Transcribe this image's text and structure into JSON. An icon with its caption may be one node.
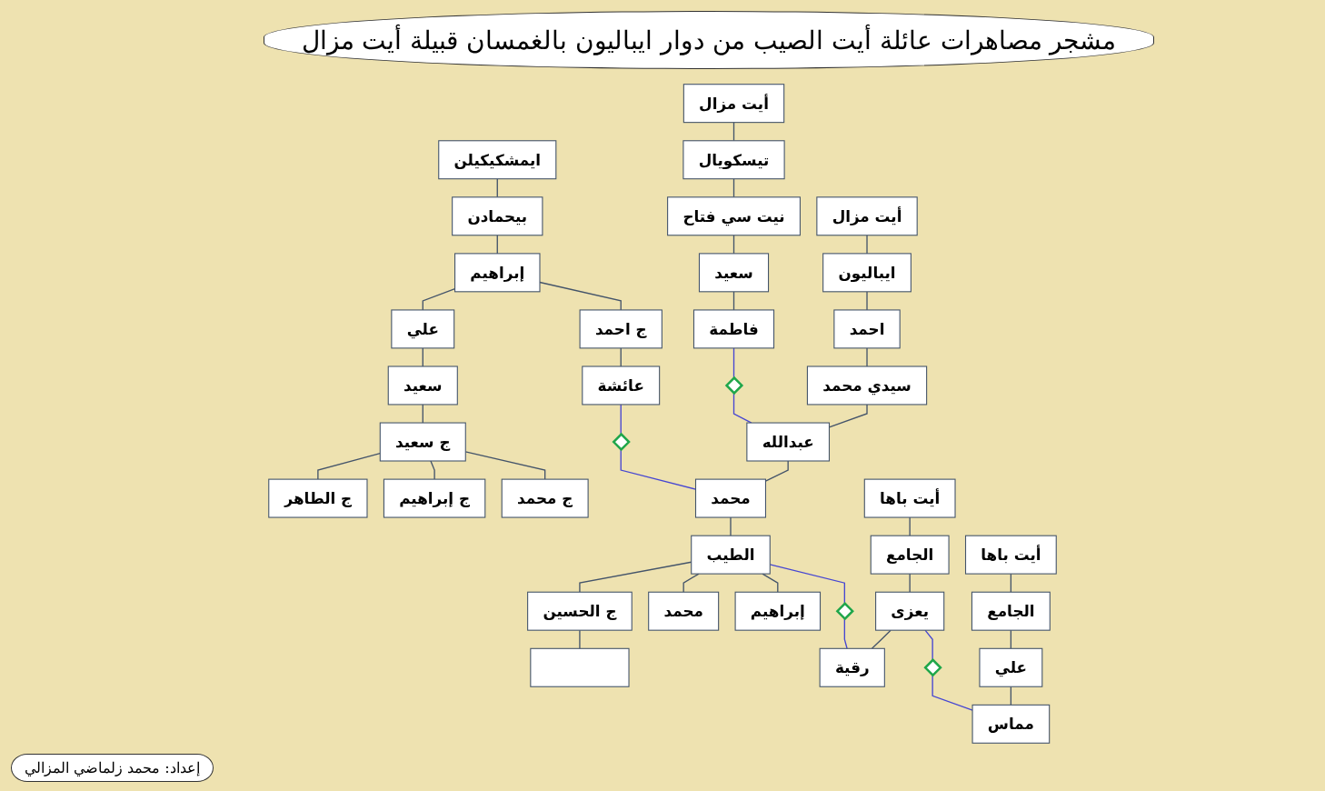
{
  "diagram": {
    "title": "مشجر مصاهرات عائلة أيت الصيب من دوار ايباليون بالغمسان قبيلة أيت مزال",
    "nodes": [
      {
        "text": [
          "ايمشكيكيلن"
        ]
      },
      {
        "text": [
          "بيحمادن"
        ]
      },
      {
        "text": [
          "إبراهيم"
        ]
      },
      {
        "text": [
          "علي"
        ]
      },
      {
        "text": [
          "ج احمد"
        ]
      },
      {
        "text": [
          "سعيد"
        ]
      },
      {
        "text": [
          "عائشة"
        ]
      },
      {
        "text": [
          "ج سعيد"
        ]
      },
      {
        "text": [
          "ج الطاهر"
        ]
      },
      {
        "text": [
          "ج إبراهيم"
        ]
      },
      {
        "text": [
          "ج محمد"
        ]
      },
      {
        "text": [
          "أيت مزال"
        ]
      },
      {
        "text": [
          "تيسكويال"
        ]
      },
      {
        "text": [
          "نيت سي فتاح"
        ]
      },
      {
        "text": [
          "سعيد"
        ]
      },
      {
        "text": [
          "فاطمة"
        ]
      },
      {
        "text": [
          "أيت مزال"
        ]
      },
      {
        "text": [
          "ايباليون"
        ]
      },
      {
        "text": [
          "احمد"
        ]
      },
      {
        "text": [
          "سيدي محمد"
        ]
      },
      {
        "text": [
          "عبدالله"
        ]
      },
      {
        "text": [
          "محمد"
        ]
      },
      {
        "text": [
          "الطيب"
        ]
      },
      {
        "text": [
          "ج الحسين"
        ]
      },
      {
        "text": [
          "محمد"
        ]
      },
      {
        "text": [
          "إبراهيم"
        ]
      },
      {
        "text": [],
        "shape": "box"
      },
      {
        "text": [
          "أيت باها"
        ]
      },
      {
        "text": [
          "الجامع"
        ]
      },
      {
        "text": [
          "يعزى"
        ]
      },
      {
        "text": [
          "رقية"
        ]
      },
      {
        "text": [
          "أيت باها"
        ]
      },
      {
        "text": [
          "الجامع"
        ]
      },
      {
        "text": [
          "علي"
        ]
      },
      {
        "text": [
          "مماس"
        ]
      },
      {
        "text": [],
        "shape": "diamond"
      },
      {
        "text": [],
        "shape": "diamond"
      },
      {
        "text": [],
        "shape": "diamond"
      },
      {
        "text": [],
        "shape": "diamond"
      }
    ],
    "edges": [
      {
        "from": 0,
        "to": 1,
        "arrow": "none"
      },
      {
        "from": 1,
        "to": 2,
        "arrow": "none"
      },
      {
        "from": 2,
        "to": 3,
        "arrow": "none"
      },
      {
        "from": 2,
        "to": 4,
        "arrow": "none"
      },
      {
        "from": 3,
        "to": 5,
        "arrow": "none"
      },
      {
        "from": 4,
        "to": 6,
        "arrow": "none"
      },
      {
        "from": 5,
        "to": 7,
        "arrow": "none"
      },
      {
        "from": 7,
        "to": 8,
        "arrow": "none"
      },
      {
        "from": 7,
        "to": 9,
        "arrow": "none"
      },
      {
        "from": 7,
        "to": 10,
        "arrow": "none"
      },
      {
        "from": 11,
        "to": 12,
        "arrow": "none"
      },
      {
        "from": 12,
        "to": 13,
        "arrow": "none"
      },
      {
        "from": 13,
        "to": 14,
        "arrow": "none"
      },
      {
        "from": 14,
        "to": 15,
        "arrow": "none"
      },
      {
        "from": 16,
        "to": 17,
        "arrow": "none"
      },
      {
        "from": 17,
        "to": 18,
        "arrow": "none"
      },
      {
        "from": 18,
        "to": 19,
        "arrow": "none"
      },
      {
        "from": 19,
        "to": 20,
        "arrow": "none"
      },
      {
        "from": 20,
        "to": 21,
        "arrow": "none"
      },
      {
        "from": 21,
        "to": 22,
        "arrow": "none"
      },
      {
        "from": 22,
        "to": 23,
        "arrow": "none"
      },
      {
        "from": 22,
        "to": 24,
        "arrow": "none"
      },
      {
        "from": 22,
        "to": 25,
        "arrow": "none"
      },
      {
        "from": 23,
        "to": 26,
        "arrow": "none"
      },
      {
        "from": 27,
        "to": 28,
        "arrow": "none"
      },
      {
        "from": 28,
        "to": 29,
        "arrow": "none"
      },
      {
        "from": 29,
        "to": 30,
        "arrow": "none"
      },
      {
        "from": 31,
        "to": 32,
        "arrow": "none"
      },
      {
        "from": 32,
        "to": 33,
        "arrow": "none"
      },
      {
        "from": 33,
        "to": 34,
        "arrow": "none"
      },
      {
        "from": 15,
        "to": 35,
        "arrow": "none",
        "color": "#4646d2"
      },
      {
        "from": 35,
        "to": 20,
        "arrow": "none",
        "color": "#4646d2"
      },
      {
        "from": 6,
        "to": 36,
        "arrow": "none",
        "color": "#4646d2"
      },
      {
        "from": 36,
        "to": 21,
        "arrow": "none",
        "color": "#4646d2"
      },
      {
        "from": 22,
        "to": 37,
        "arrow": "none",
        "color": "#4646d2"
      },
      {
        "from": 37,
        "to": 30,
        "arrow": "none",
        "color": "#4646d2"
      },
      {
        "from": 29,
        "to": 38,
        "arrow": "none",
        "color": "#4646d2"
      },
      {
        "from": 38,
        "to": 34,
        "arrow": "none",
        "color": "#4646d2"
      }
    ],
    "labels": [
      "إعداد: محمد زلماضي المزالي"
    ]
  }
}
